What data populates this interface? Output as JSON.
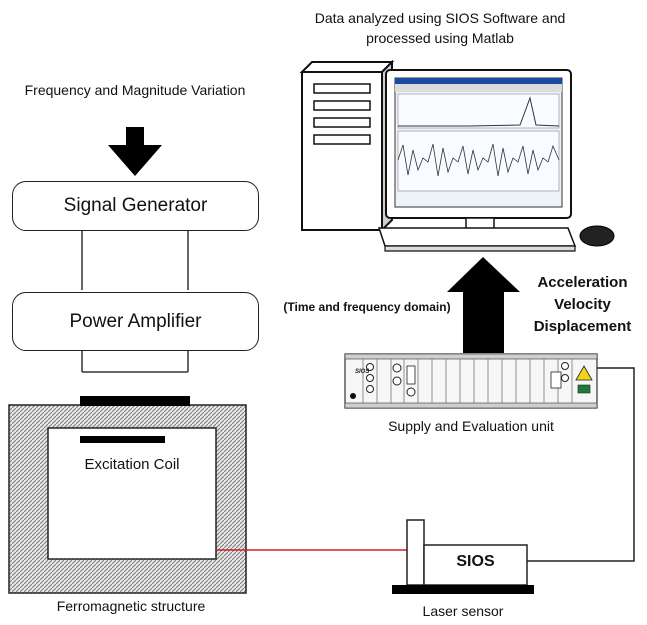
{
  "labels": {
    "software": "Data analyzed using SIOS Software and processed using Matlab",
    "freq_variation": "Frequency and Magnitude Variation",
    "signal_generator": "Signal Generator",
    "power_amplifier": "Power Amplifier",
    "excitation_coil": "Excitation Coil",
    "ferromagnetic": "Ferromagnetic structure",
    "time_freq": "(Time and frequency domain)",
    "measurements": [
      "Acceleration",
      "Velocity",
      "Displacement"
    ],
    "supply_unit": "Supply and Evaluation unit",
    "sios": "SIOS",
    "laser_sensor": "Laser sensor",
    "unit_brand": "SIOS"
  },
  "colors": {
    "laser_beam": "#d0202a",
    "hatch": "#8a8a8a",
    "warning": "#f2d21b"
  }
}
